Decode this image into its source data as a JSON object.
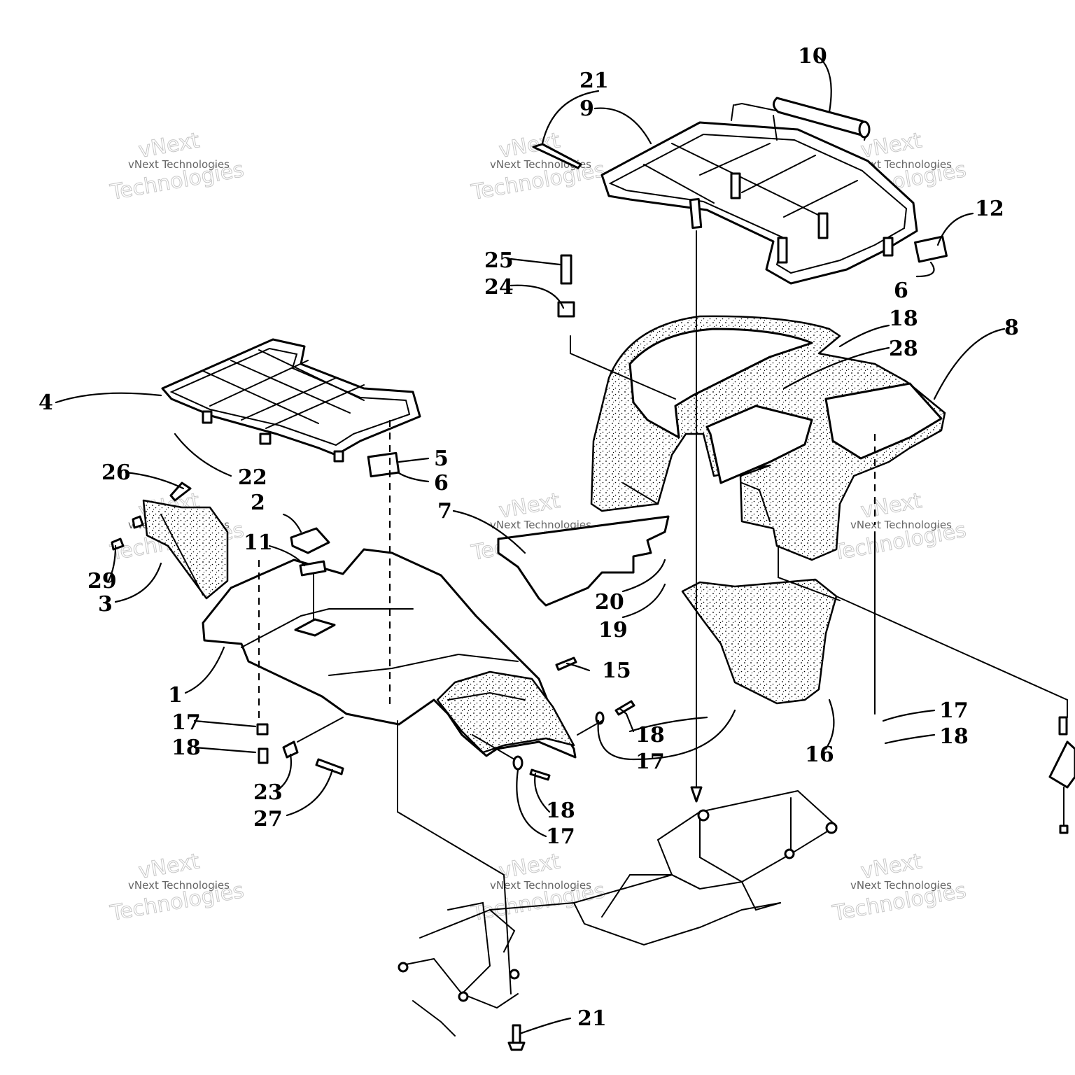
{
  "watermark": {
    "line1": "vNext Technologies",
    "line2a": "vNext",
    "line2b": "Technologies"
  },
  "callouts": {
    "c1": "1",
    "c2": "2",
    "c3": "3",
    "c4": "4",
    "c5": "5",
    "c6a": "6",
    "c6b": "6",
    "c7": "7",
    "c8": "8",
    "c9": "9",
    "c10": "10",
    "c11": "11",
    "c12": "12",
    "c15": "15",
    "c16": "16",
    "c17a": "17",
    "c17b": "17",
    "c17c": "17",
    "c17d": "17",
    "c18a": "18",
    "c18b": "18",
    "c18c": "18",
    "c18d": "18",
    "c18e": "18",
    "c19": "19",
    "c20": "20",
    "c21a": "21",
    "c21b": "21",
    "c22": "22",
    "c23": "23",
    "c24": "24",
    "c25": "25",
    "c26": "26",
    "c27": "27",
    "c28": "28",
    "c29": "29"
  }
}
